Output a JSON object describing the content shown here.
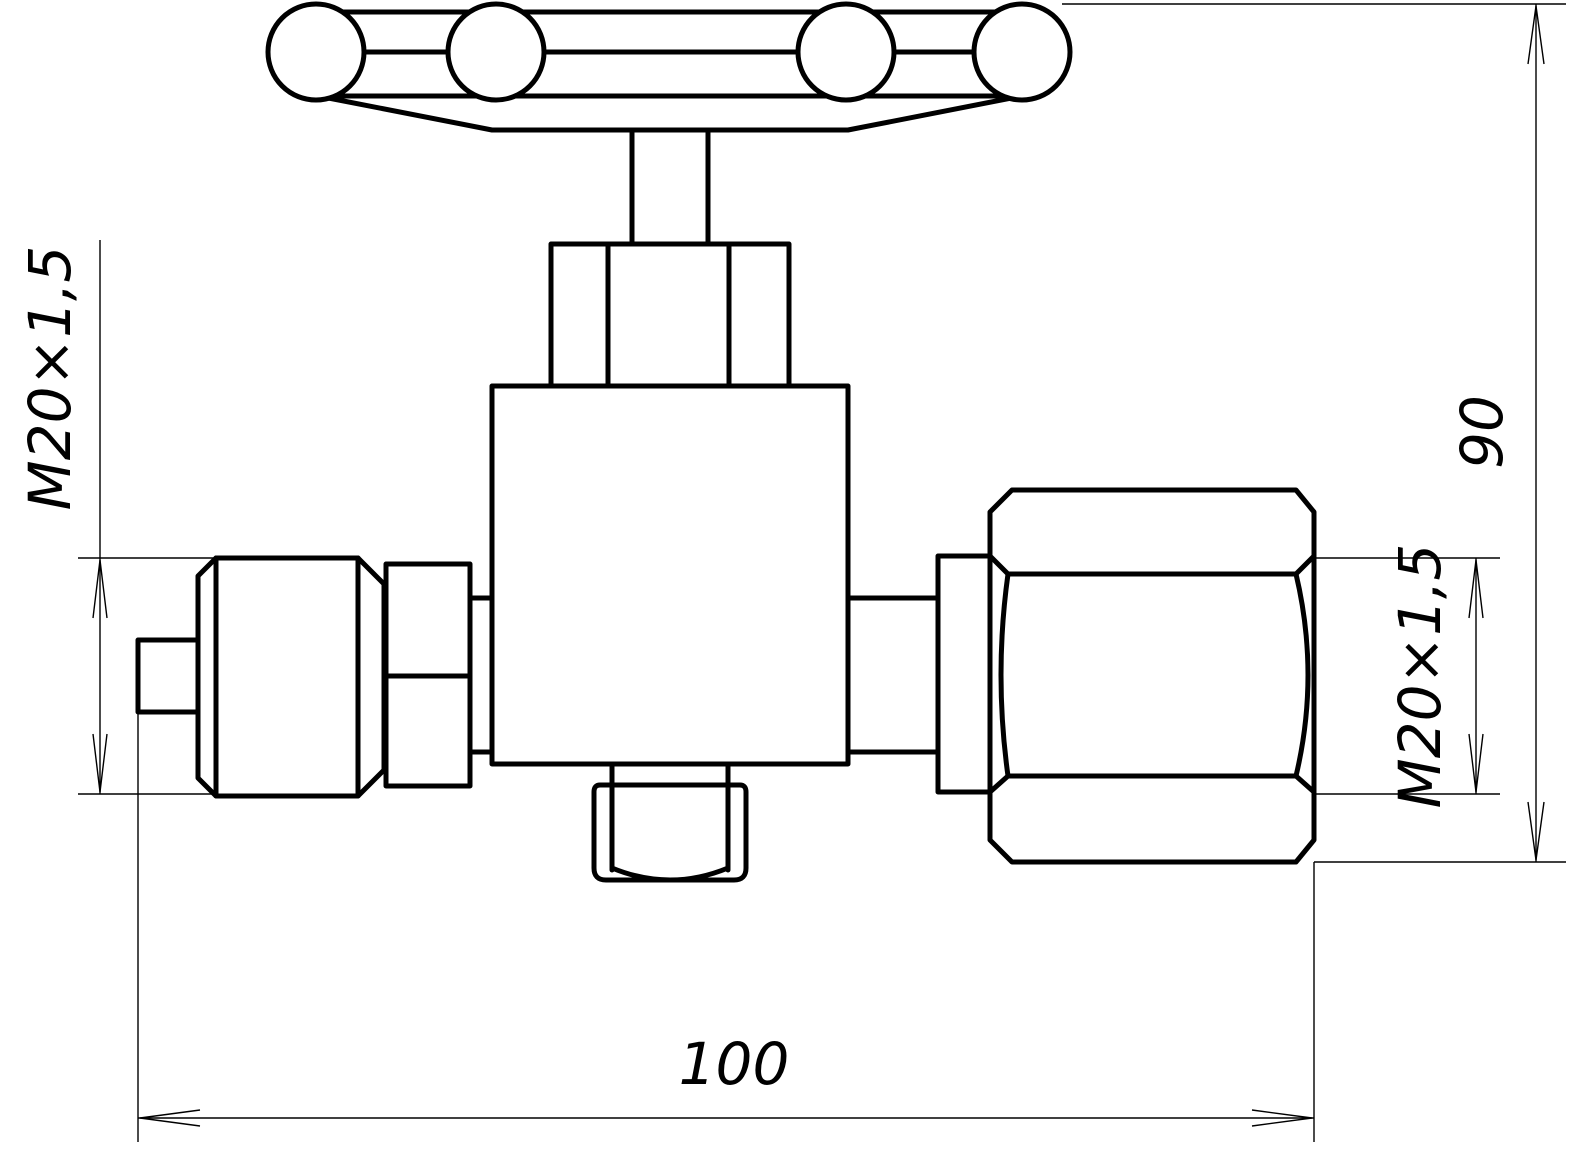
{
  "drawing": {
    "dimensions": {
      "overall_width": "100",
      "overall_height": "90",
      "left_thread": "M20×1,5",
      "right_thread": "M20×1,5"
    },
    "colors": {
      "line": "#000000",
      "background": "#ffffff"
    }
  }
}
